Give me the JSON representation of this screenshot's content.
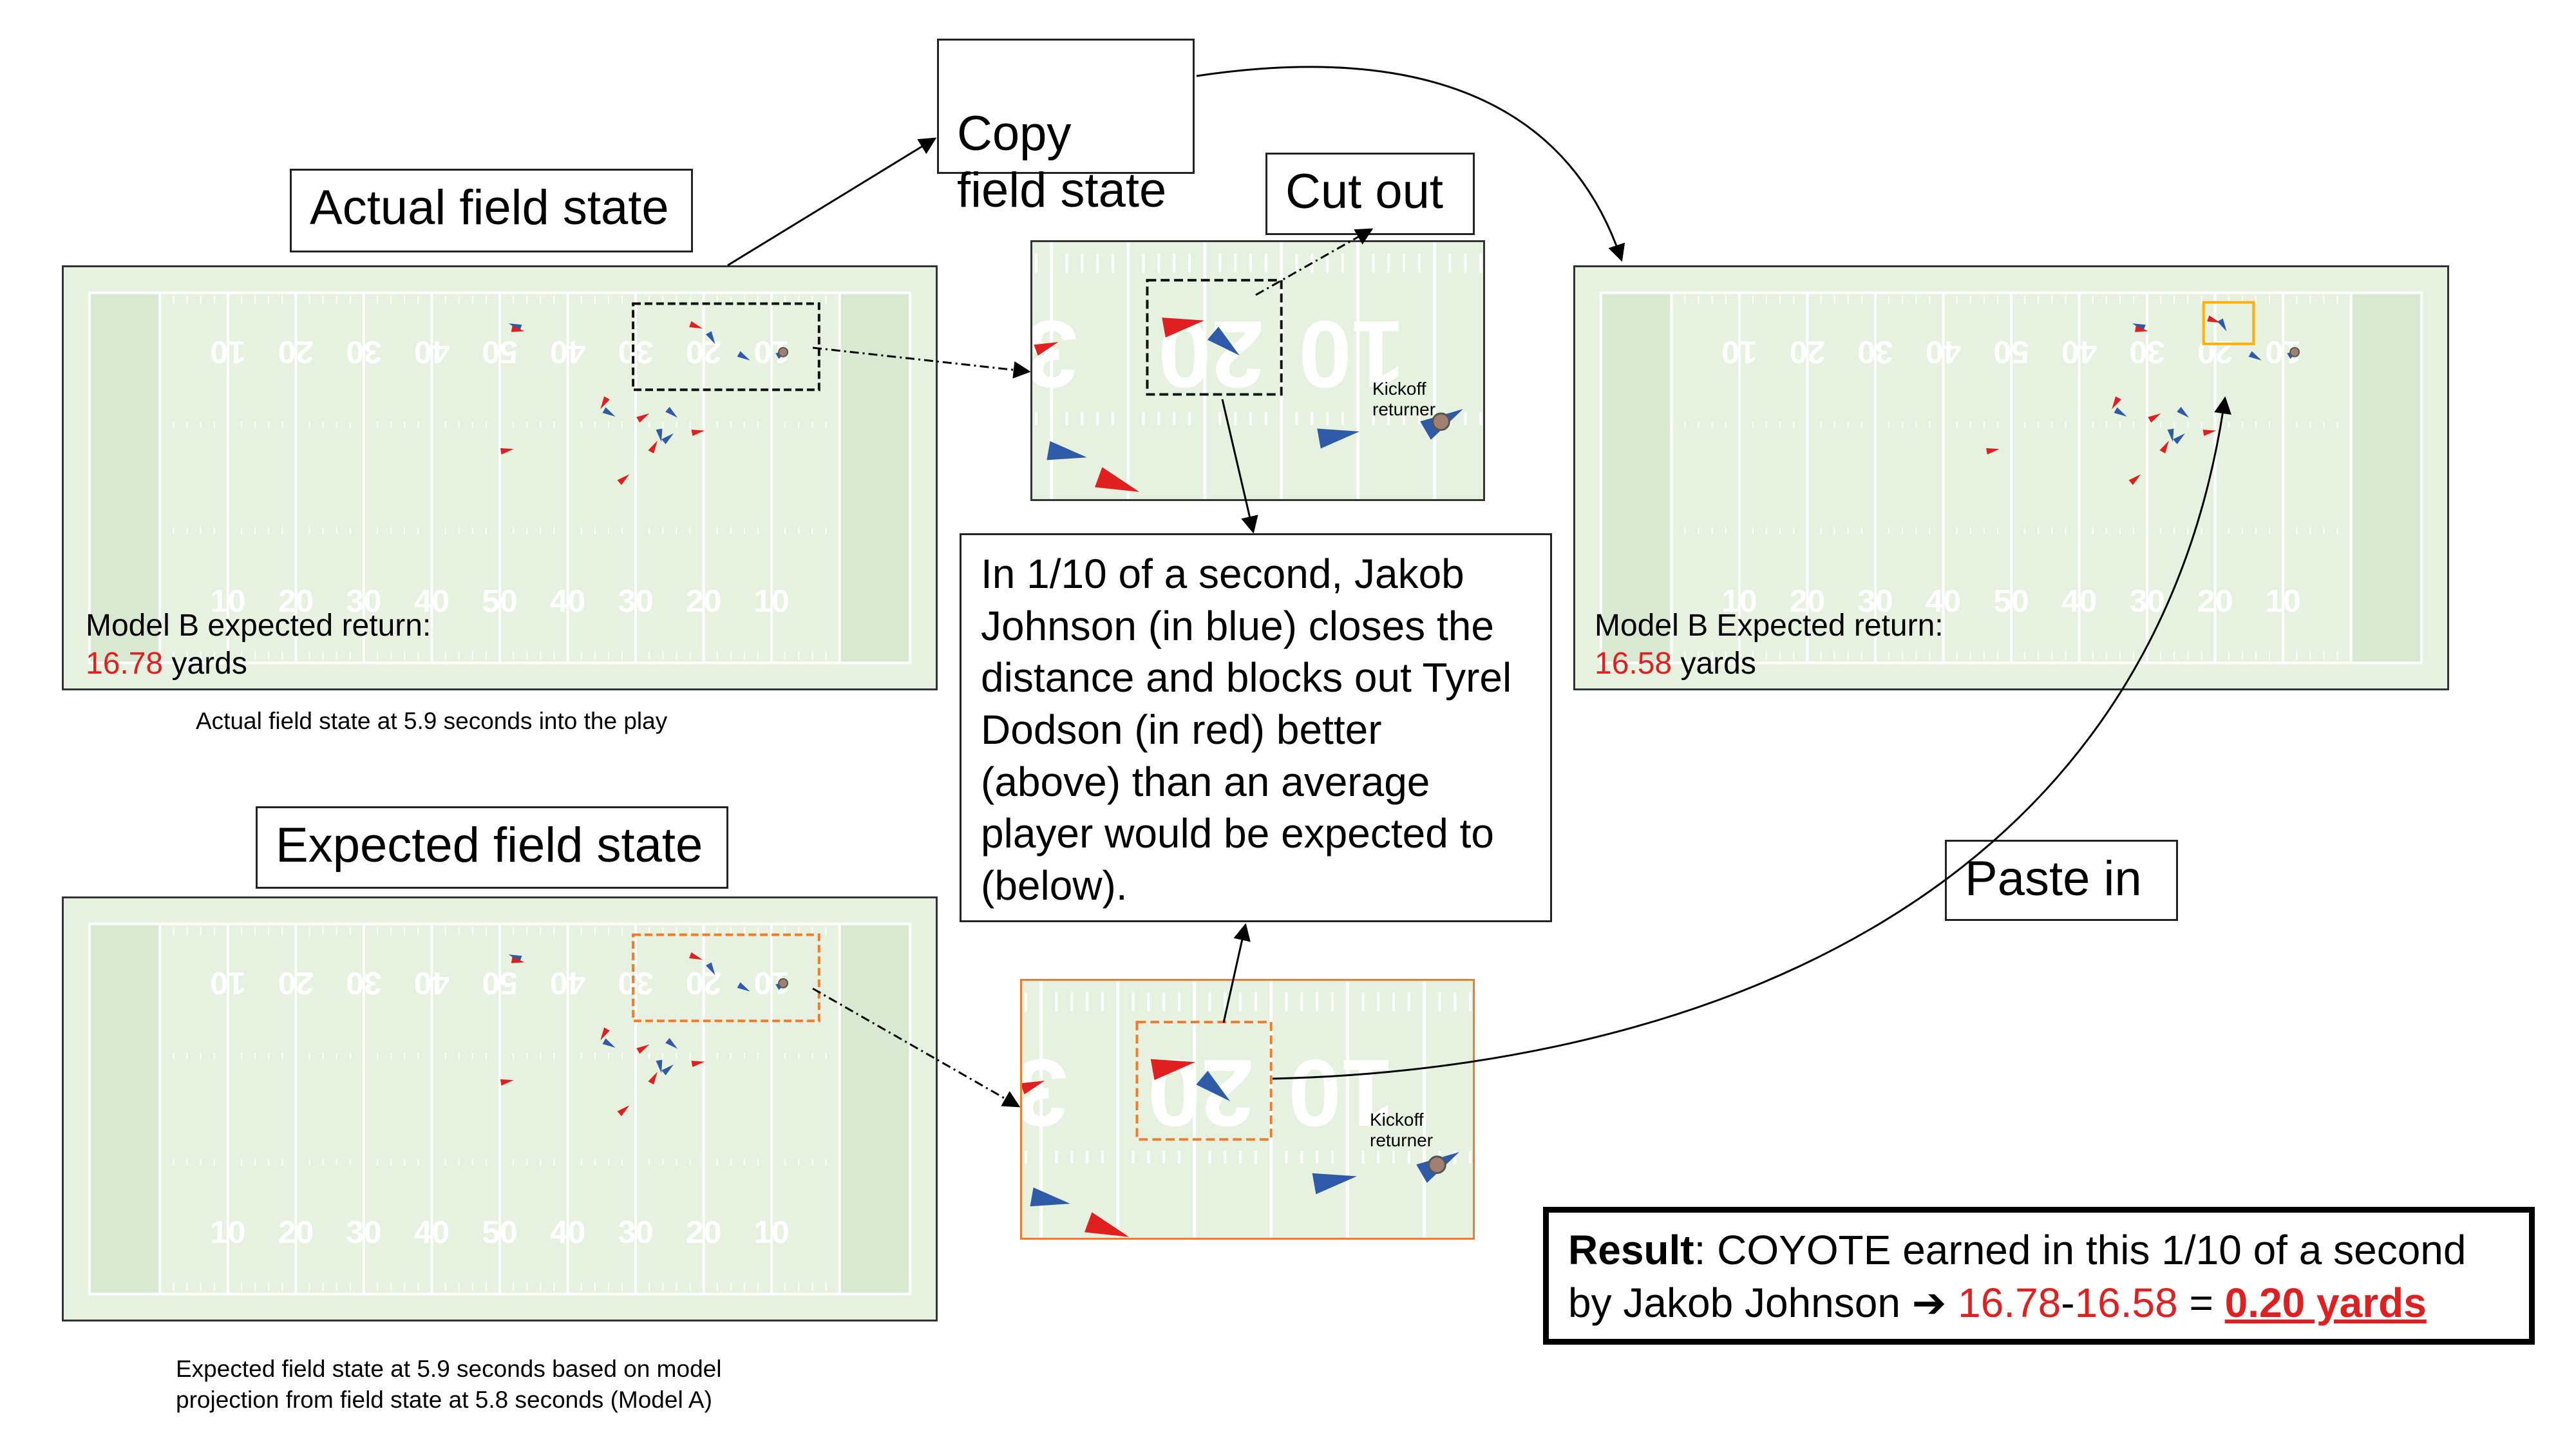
{
  "labels": {
    "actual": "Actual field state",
    "expected": "Expected field state",
    "copy": "Copy\nfield state",
    "cut": "Cut out",
    "paste": "Paste in"
  },
  "actual_field": {
    "model_label": "Model B expected return:",
    "value": "16.78",
    "unit": "yards",
    "caption": "Actual field state at 5.9 seconds into the play"
  },
  "expected_field": {
    "caption": "Expected field state at 5.9 seconds based on model\nprojection from field state at 5.8 seconds (Model A)"
  },
  "copied_field": {
    "model_label": "Model B Expected return:",
    "value": "16.58",
    "unit": "yards"
  },
  "zoom": {
    "kickoff_label": "Kickoff returner"
  },
  "explanation": "In 1/10 of a second, Jakob Johnson (in blue) closes the distance and blocks out Tyrel Dodson (in red) better (above) than an average player would be expected to (below).",
  "result": {
    "label": "Result",
    "text1": ": COYOTE earned in this 1/10 of a second",
    "text2": "by Jakob Johnson ",
    "arrow": "➔",
    "a": "16.78",
    "dash": "-",
    "b": "16.58",
    "eq": " = ",
    "answer": "0.20 yards"
  },
  "field_numbers": [
    "10",
    "20",
    "30",
    "40",
    "50",
    "40",
    "30",
    "20",
    "10"
  ],
  "zoom_numbers": [
    "3",
    "20",
    "10"
  ],
  "colors": {
    "field": "#e6f2df",
    "endzone": "#d9e8d1",
    "line": "#ffffff",
    "red_team": "#e02020",
    "blue_team": "#2f5aa8",
    "dash_black": "#111111",
    "dash_orange": "#f07b2d",
    "highlight_orange": "#ffb000",
    "value_red": "#e02020"
  }
}
